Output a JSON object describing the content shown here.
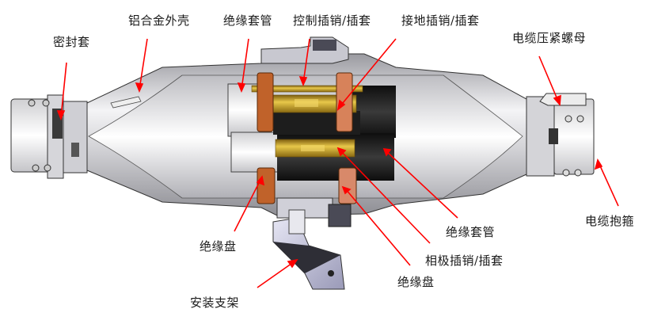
{
  "diagram": {
    "title": "Connector cross-section component diagram",
    "labels": {
      "seal_sleeve": "密封套",
      "aluminum_shell": "铝合金外壳",
      "insulation_tube_top": "绝缘套管",
      "control_pin_socket": "控制插销/插套",
      "ground_pin_socket": "接地插销/插套",
      "cable_compression_nut": "电缆压紧螺母",
      "cable_clamp": "电缆抱箍",
      "insulation_tube_bottom": "绝缘套管",
      "phase_pin_socket": "相极插销/插套",
      "insulation_disc_right": "绝缘盘",
      "insulation_disc_left": "绝缘盘",
      "mounting_bracket": "安装支架"
    },
    "colors": {
      "leader_line": "#ff0000",
      "shell": "#d8d8dc",
      "brass": "#c9a227",
      "copper": "#c0622a",
      "insulator_black": "#1e1e1e",
      "insulator_white": "#f2f2f2",
      "bracket": "#b9b9d6"
    }
  }
}
